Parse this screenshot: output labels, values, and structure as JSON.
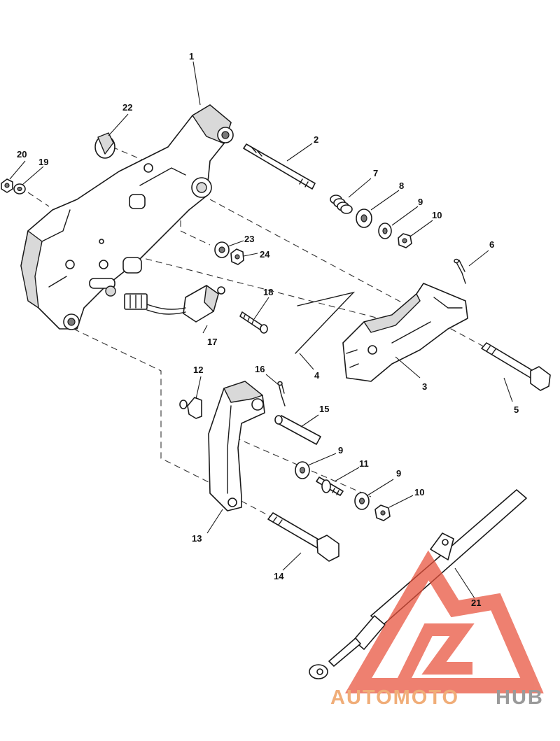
{
  "callouts": {
    "p1": "1",
    "p2": "2",
    "p3": "3",
    "p4": "4",
    "p5": "5",
    "p6": "6",
    "p7": "7",
    "p8": "8",
    "p9a": "9",
    "p9b": "9",
    "p9c": "9",
    "p10a": "10",
    "p10b": "10",
    "p11": "11",
    "p12": "12",
    "p13": "13",
    "p14": "14",
    "p15": "15",
    "p16": "16",
    "p17": "17",
    "p18": "18",
    "p19": "19",
    "p20": "20",
    "p21": "21",
    "p22": "22",
    "p23": "23",
    "p24": "24"
  },
  "watermark": {
    "word1": "AUTOMOTO",
    "word2": "HUB",
    "color_primary": "#f0ad78",
    "color_secondary": "#9a9a9a",
    "logo_color": "#e8503a"
  }
}
